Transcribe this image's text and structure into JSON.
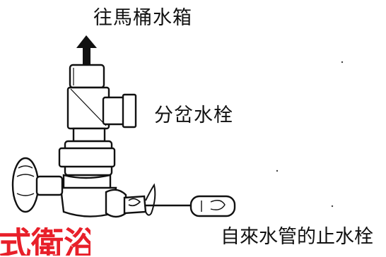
{
  "labels": {
    "to_tank": "往馬桶水箱",
    "branch_valve": "分岔水栓",
    "supply_stop_valve": "自來水管的止水栓"
  },
  "watermark": {
    "text": "式衛浴",
    "color": "#e8202a"
  }
}
